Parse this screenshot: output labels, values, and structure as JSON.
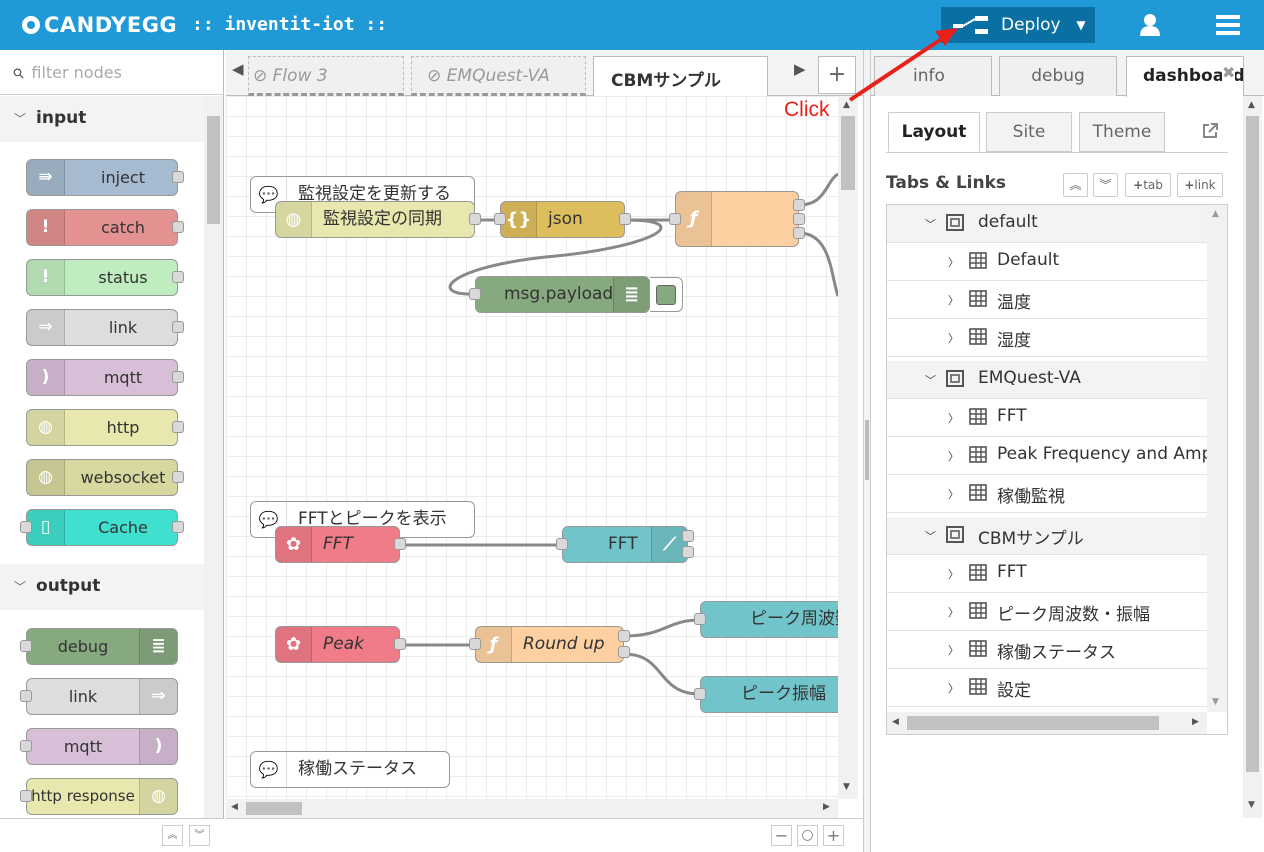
{
  "header": {
    "logo_text": "CANDYEGG",
    "project": ":: inventit-iot ::",
    "deploy_label": "Deploy"
  },
  "palette": {
    "filter_placeholder": "filter nodes",
    "categories": [
      {
        "name": "input",
        "nodes": [
          "inject",
          "catch",
          "status",
          "link",
          "mqtt",
          "http",
          "websocket",
          "Cache"
        ]
      },
      {
        "name": "output",
        "nodes": [
          "debug",
          "link",
          "mqtt",
          "http response"
        ]
      }
    ]
  },
  "workspace": {
    "tabs": [
      "Flow 3",
      "EMQuest-VA",
      "CBMサンプル"
    ],
    "comments": [
      "監視設定を更新する",
      "FFTとピークを表示",
      "稼働ステータス"
    ],
    "nodes": {
      "sync": "監視設定の同期",
      "json": "json",
      "payload": "msg.payload",
      "fft_in": "FFT",
      "fft_chart": "FFT",
      "peak": "Peak",
      "roundup": "Round up",
      "peak_freq": "ピーク周波数",
      "peak_amp": "ピーク振幅"
    }
  },
  "sidebar": {
    "tabs": [
      "info",
      "debug",
      "dashboard"
    ],
    "subtabs": [
      "Layout",
      "Site",
      "Theme"
    ],
    "section_title": "Tabs & Links",
    "btn_tab": "tab",
    "btn_link": "link",
    "tree": [
      {
        "group": "default",
        "items": [
          "Default",
          "温度",
          "湿度"
        ]
      },
      {
        "group": "EMQuest-VA",
        "items": [
          "FFT",
          "Peak Frequency and Amplitude",
          "稼働監視"
        ]
      },
      {
        "group": "CBMサンプル",
        "items": [
          "FFT",
          "ピーク周波数・振幅",
          "稼働ステータス",
          "設定"
        ]
      }
    ]
  },
  "annotation": {
    "text": "Click",
    "color": "#e8211a"
  },
  "colors": {
    "header": "#1f9ad6",
    "deploy": "#0a6fa3"
  }
}
